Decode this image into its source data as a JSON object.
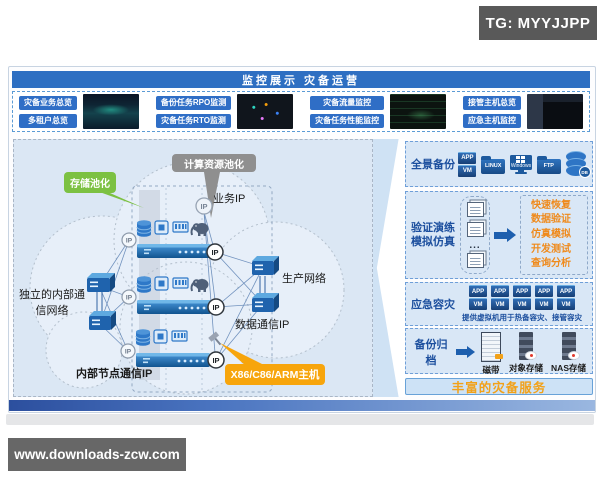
{
  "watermarks": {
    "tg": "TG: MYYJJPP",
    "site": "www.downloads-zcw.com"
  },
  "header": {
    "title": "监控展示 灾备运营"
  },
  "monitor_strip": {
    "groups": [
      {
        "labels": [
          "灾备业务总览",
          "多租户总览"
        ]
      },
      {
        "labels": [
          "备份任务RPO监测",
          "灾备任务RTO监测"
        ]
      },
      {
        "labels": [
          "灾备流量监控",
          "灾备任务性能监控"
        ]
      },
      {
        "labels": [
          "接管主机总览",
          "应急主机监控"
        ]
      }
    ]
  },
  "diagram": {
    "callouts": {
      "storage_pool": "存储池化",
      "compute_pool": "计算资源池化",
      "hosts": "X86/C86/ARM主机"
    },
    "labels": {
      "business_ip": "业务IP",
      "production_network": "生产网络",
      "data_ip": "数据通信IP",
      "internal_net_line1": "独立的内部通",
      "internal_net_line2": "信网络",
      "node_ip": "内部节点通信IP",
      "ip_badge": "IP"
    }
  },
  "services": {
    "backup": {
      "title": "全景备份",
      "app": "APP",
      "vm": "VM",
      "linux": "LINUX",
      "windows": "Windows",
      "ftp": "FTP",
      "db": "DB"
    },
    "drill": {
      "title_line1": "验证演练",
      "title_line2": "模拟仿真",
      "dots": "...",
      "items": [
        "快速恢复",
        "数据验证",
        "仿真模拟",
        "开发测试",
        "查询分析"
      ]
    },
    "emergency": {
      "title": "应急容灾",
      "app": "APP",
      "vm": "VM",
      "caption": "提供虚拟机用于热备容灾、接管容灾"
    },
    "archive": {
      "title": "备份归档",
      "targets": [
        "磁带",
        "对象存储",
        "NAS存储"
      ]
    },
    "footer": "丰富的灾备服务"
  },
  "colors": {
    "header_blue": "#2e6fc2",
    "button_blue": "#2f6ec6",
    "callout_green": "#7cc142",
    "callout_gray": "#8f8f8f",
    "callout_orange": "#f7a50c",
    "accent_orange": "#ef8a1c",
    "title_navy": "#1c4f9e",
    "panel_blue": "#dbe7f4"
  }
}
